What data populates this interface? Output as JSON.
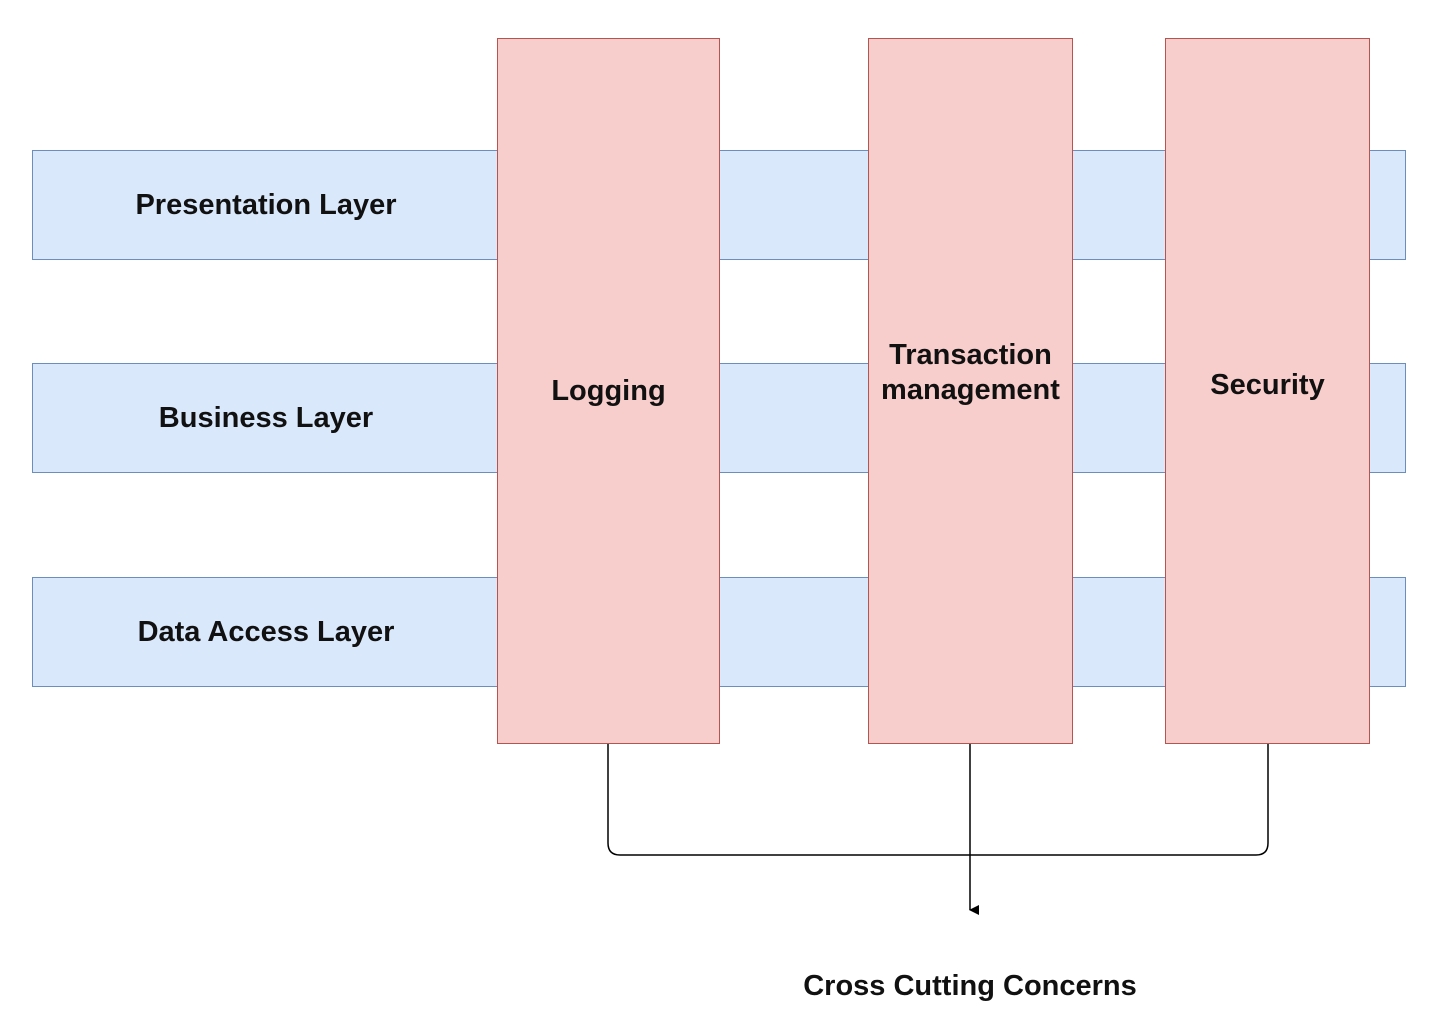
{
  "layers": [
    {
      "label": "Presentation Layer"
    },
    {
      "label": "Business Layer"
    },
    {
      "label": "Data Access Layer"
    }
  ],
  "concerns": [
    {
      "label": "Logging"
    },
    {
      "label": "Transaction\nmanagement"
    },
    {
      "label": "Security"
    }
  ],
  "caption": "Cross Cutting Concerns",
  "colors": {
    "layer_fill": "#dae8fc",
    "layer_stroke": "#6c8ebf",
    "concern_fill": "#f8cecc",
    "concern_stroke": "#b85450",
    "connector": "#000000"
  }
}
